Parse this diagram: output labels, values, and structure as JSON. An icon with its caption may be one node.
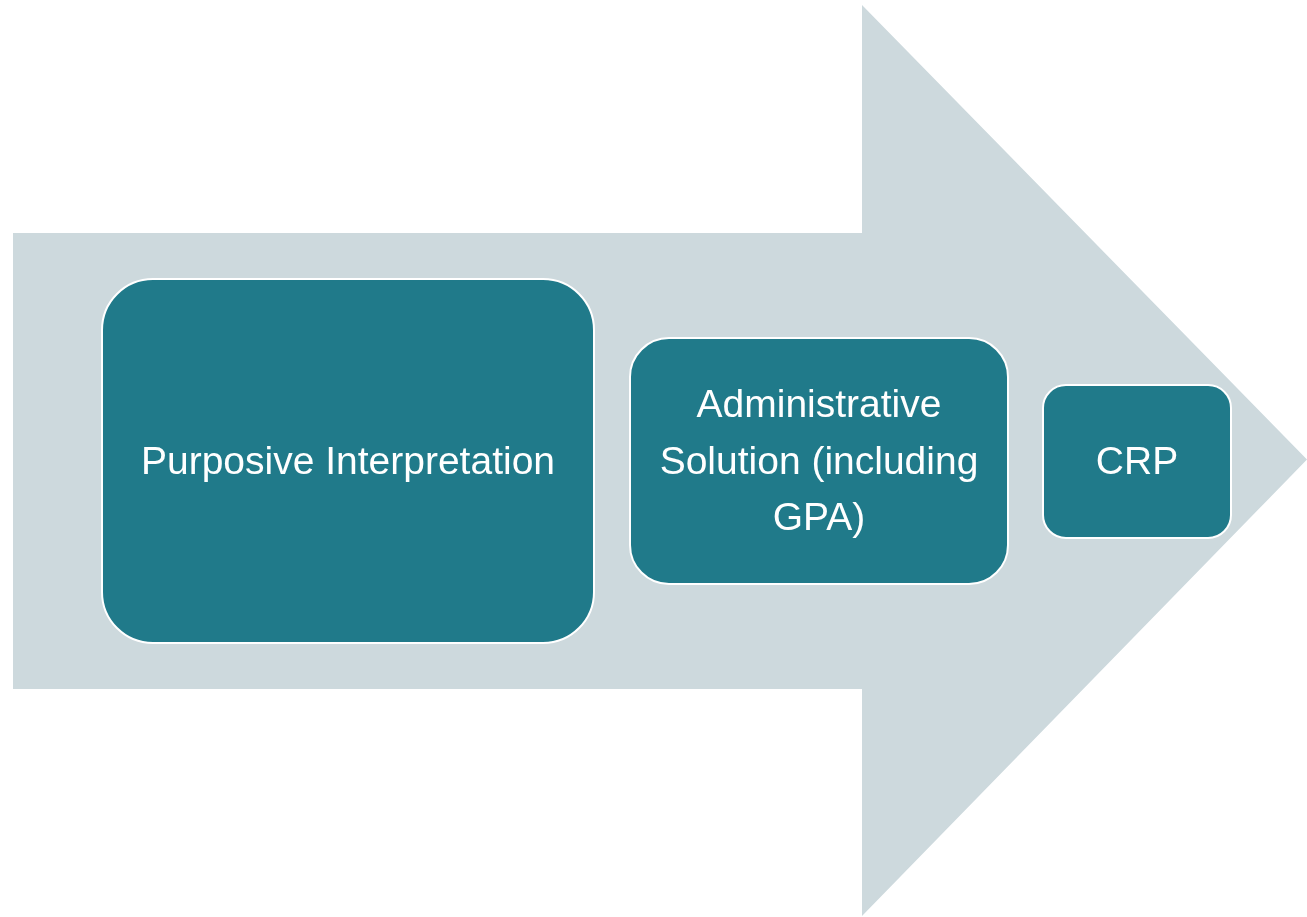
{
  "diagram": {
    "nodes": [
      {
        "text": [],
        "shape": "arrow"
      },
      {
        "text": [
          "Purposive Interpretation"
        ],
        "in": 0
      },
      {
        "text": [
          "Administrative Solution (including GPA)"
        ],
        "in": 0
      },
      {
        "text": [
          "CRP"
        ],
        "in": 0
      }
    ]
  }
}
